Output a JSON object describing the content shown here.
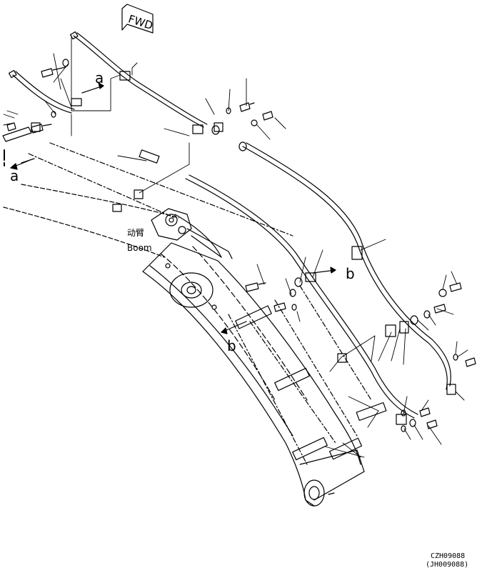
{
  "drawing": {
    "direction_marker": "FWD",
    "part_label_cn": "动臂",
    "part_label_en": "Boom",
    "section_markers": [
      "a",
      "a",
      "b",
      "b"
    ],
    "drawing_code": "CZH09088",
    "drawing_code_alt": "(JH009088)"
  },
  "colors": {
    "line": "#000000",
    "background": "#ffffff"
  }
}
